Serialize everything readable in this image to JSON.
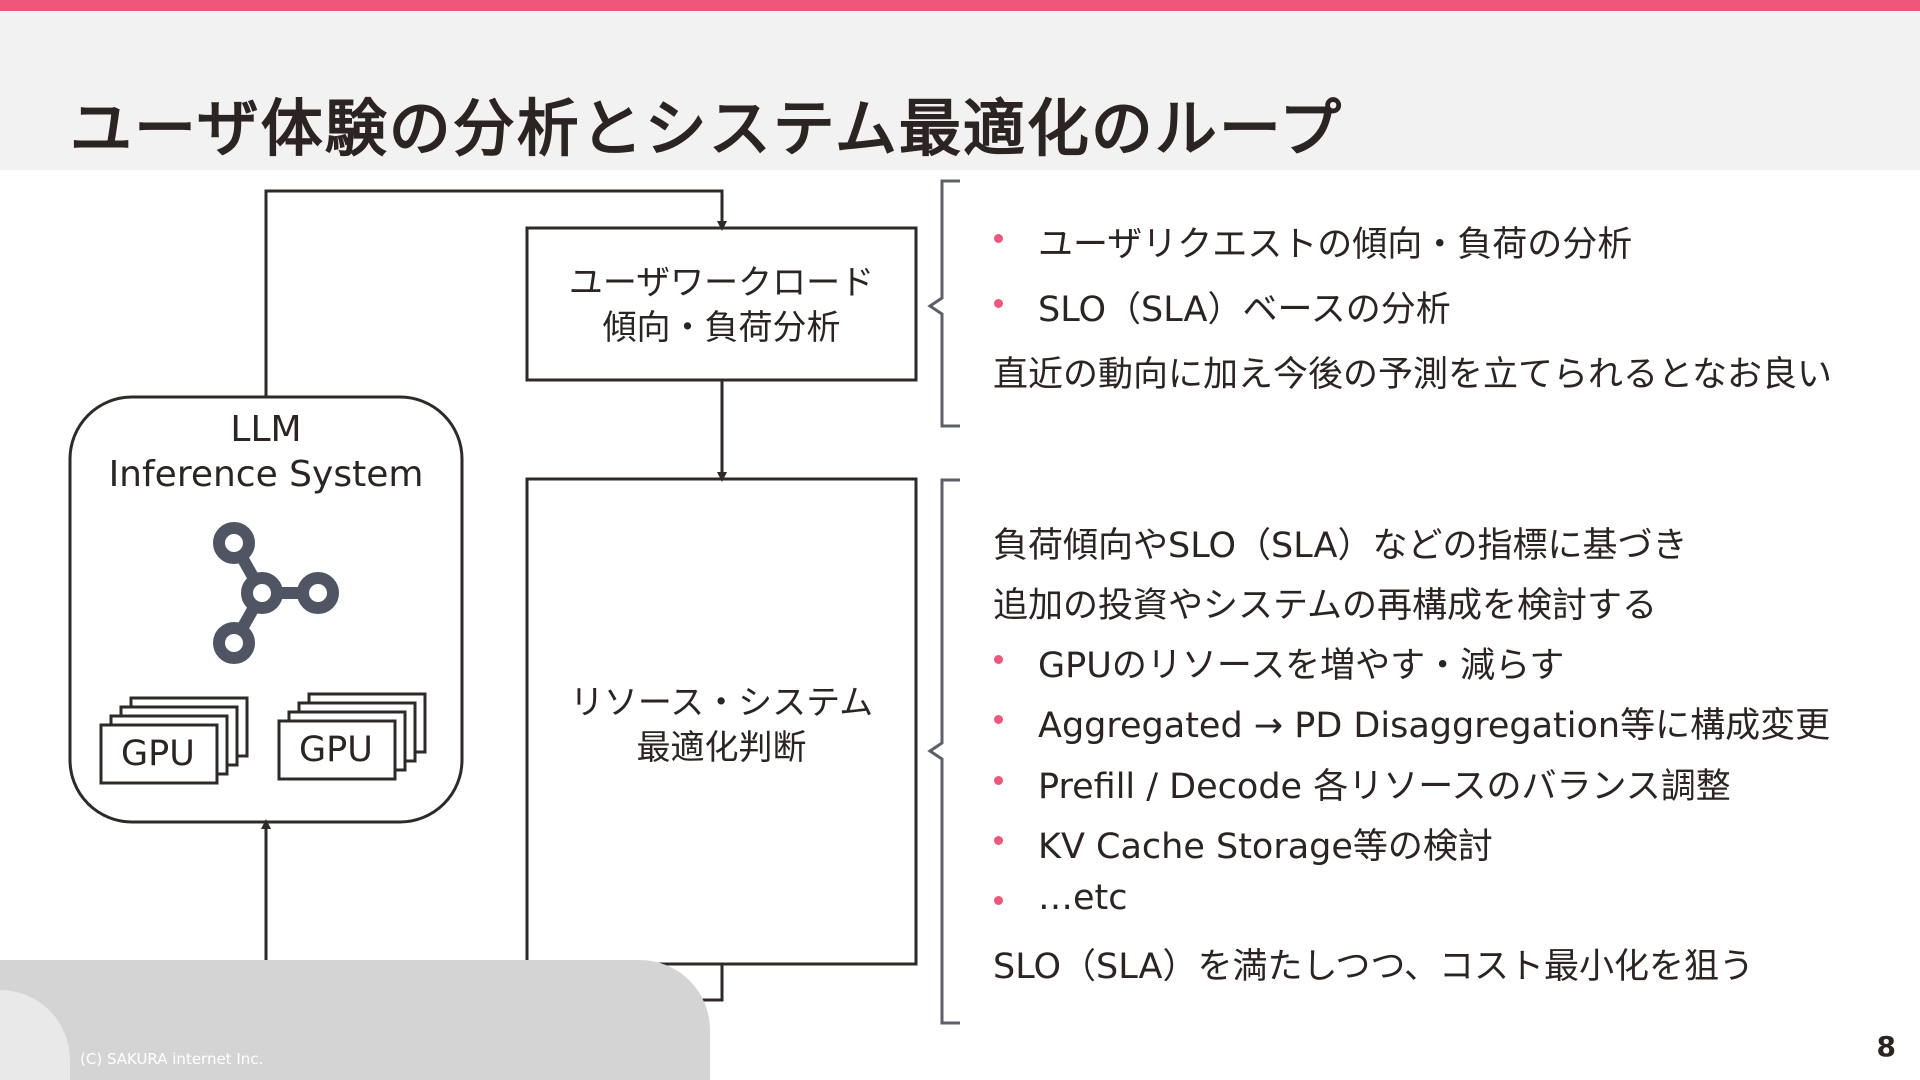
{
  "slide": {
    "title": "ユーザ体験の分析とシステム最適化のループ",
    "page_number": "8",
    "copyright": "(C) SAKURA internet Inc.",
    "accent_color": "#f0557a"
  },
  "diagram": {
    "llm_system": {
      "title_line1": "LLM",
      "title_line2": "Inference System",
      "icon": "network-nodes-icon",
      "gpu_labels": [
        "GPU",
        "GPU"
      ]
    },
    "workload_box": {
      "line1": "ユーザワークロード",
      "line2": "傾向・負荷分析"
    },
    "decision_box": {
      "line1": "リソース・システム",
      "line2": "最適化判断"
    }
  },
  "analysis_notes": {
    "bullets": [
      "ユーザリクエストの傾向・負荷の分析",
      "SLO（SLA）ベースの分析"
    ],
    "note": "直近の動向に加え今後の予測を立てられるとなお良い"
  },
  "optimization_notes": {
    "intro_line1": "負荷傾向やSLO（SLA）などの指標に基づき",
    "intro_line2": "追加の投資やシステムの再構成を検討する",
    "bullets": [
      "GPUのリソースを増やす・減らす",
      "Aggregated → PD Disaggregation等に構成変更",
      "Prefill / Decode 各リソースのバランス調整",
      "KV Cache Storage等の検討",
      "…etc"
    ],
    "conclusion": "SLO（SLA）を満たしつつ、コスト最小化を狙う"
  }
}
